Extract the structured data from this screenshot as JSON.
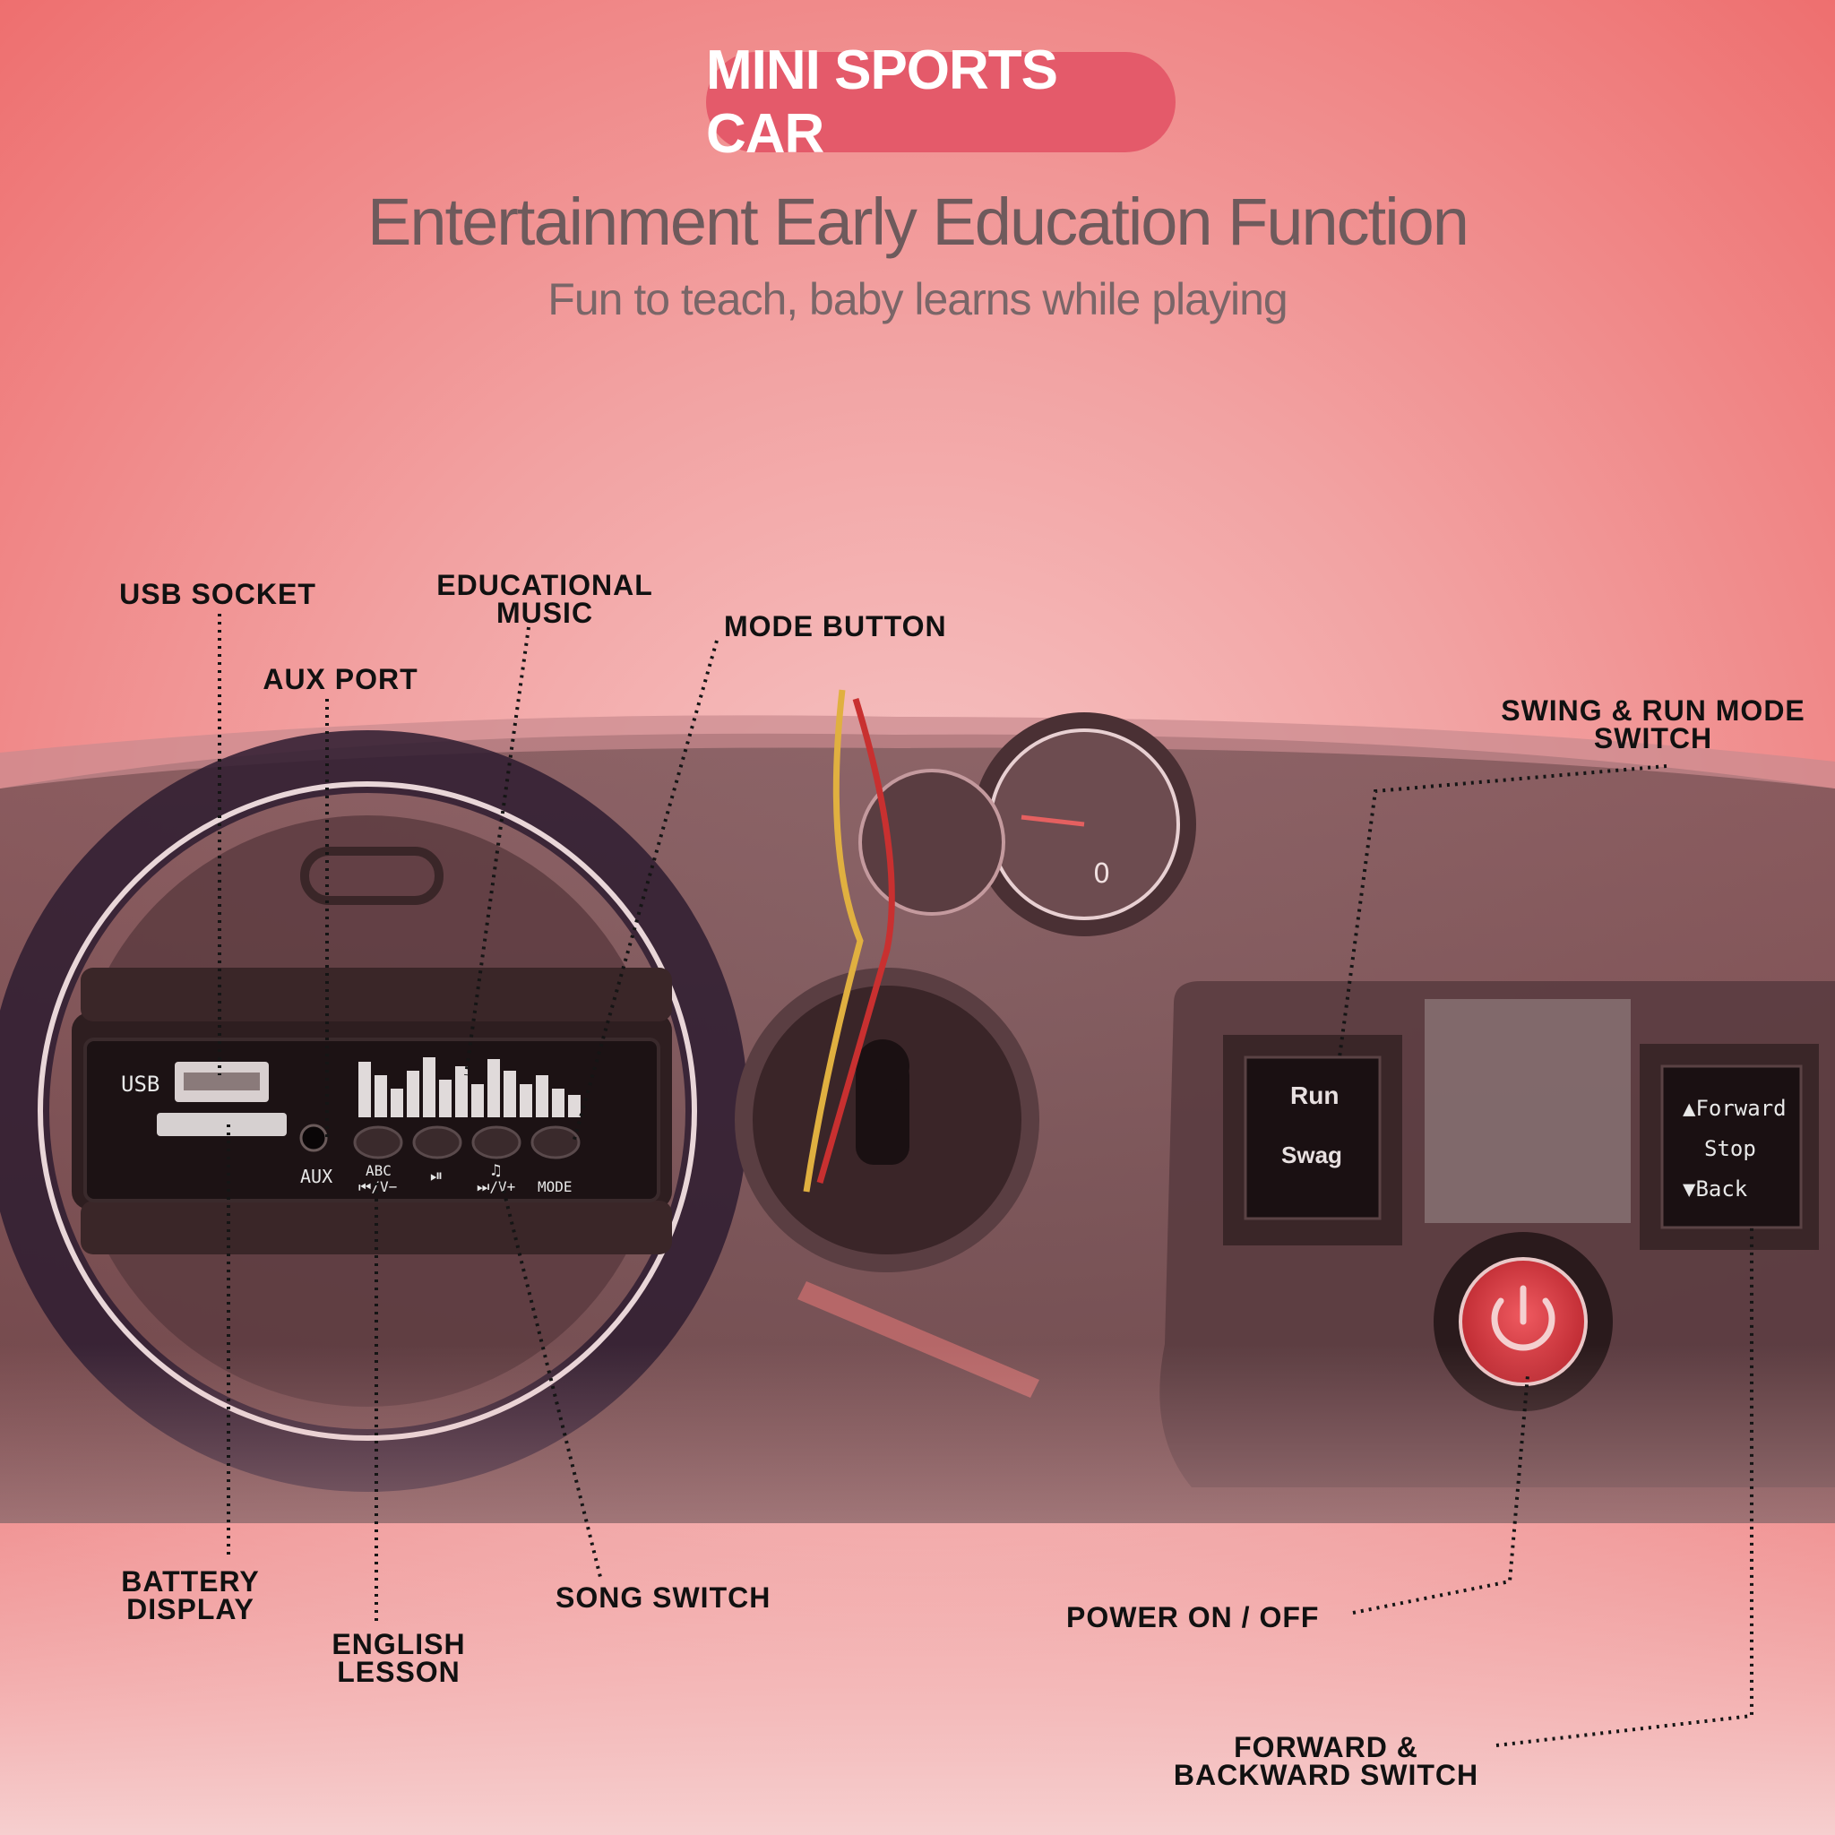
{
  "badge": {
    "title": "MINI SPORTS CAR"
  },
  "headline": "Entertainment Early Education Function",
  "subline": "Fun to teach, baby learns while playing",
  "callouts": {
    "usb_socket": "USB SOCKET",
    "educational_music": "EDUCATIONAL MUSIC",
    "mode_button": "MODE BUTTON",
    "aux_port": "AUX PORT",
    "swing_run": "SWING & RUN MODE SWITCH",
    "battery_display": "BATTERY DISPLAY",
    "english_lesson": "ENGLISH LESSON",
    "song_switch": "SONG SWITCH",
    "power": "POWER ON / OFF",
    "forward_backward": "FORWARD & BACKWARD SWITCH"
  },
  "panel": {
    "usb": "USB",
    "aux": "AUX",
    "btn1": "ABC",
    "btn1_sub": "⏮/V−",
    "btn2": "⏯",
    "btn3": "♫",
    "btn3_sub": "⏭/V+",
    "btn4": "MODE",
    "run": "Run",
    "swag": "Swag",
    "forward": "▲Forward",
    "stop": "Stop",
    "back": "▼Back",
    "speed": "0"
  },
  "icons": [
    "power-icon",
    "usb-port-icon",
    "aux-jack-icon",
    "equalizer-icon",
    "speedometer-icon"
  ],
  "colors": {
    "badge": "#e45a6a",
    "power_button": "#d9363e",
    "background": "#ee6f6f"
  }
}
